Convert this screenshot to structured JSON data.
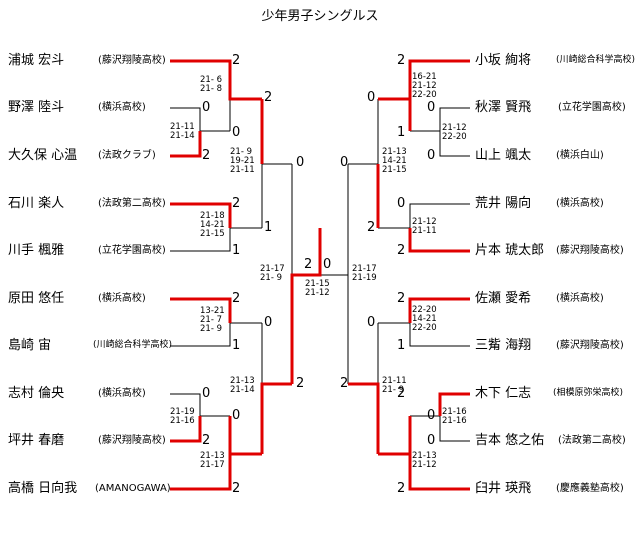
{
  "title": "少年男子シングルス",
  "colors": {
    "win": "#e00000",
    "line": "#000000"
  },
  "left_players": [
    {
      "name": "浦城 宏斗",
      "team": "(藤沢翔陵高校)"
    },
    {
      "name": "野澤 陸斗",
      "team": "(横浜高校)"
    },
    {
      "name": "大久保 心温",
      "team": "(法政クラブ)"
    },
    {
      "name": "石川 楽人",
      "team": "(法政第二高校)"
    },
    {
      "name": "川手 楓雅",
      "team": "(立花学園高校)"
    },
    {
      "name": "原田 悠任",
      "team": "(横浜高校)"
    },
    {
      "name": "島崎 宙",
      "team": "(川崎総合科学高校)"
    },
    {
      "name": "志村 倫央",
      "team": "(横浜高校)"
    },
    {
      "name": "坪井 春磨",
      "team": "(藤沢翔陵高校)"
    },
    {
      "name": "高橋 日向我",
      "team": "(AMANOGAWA)"
    }
  ],
  "right_players": [
    {
      "name": "小坂 絢将",
      "team": "(川崎総合科学高校)"
    },
    {
      "name": "秋澤 賢飛",
      "team": "(立花学園高校)"
    },
    {
      "name": "山上 颯太",
      "team": "(横浜白山)"
    },
    {
      "name": "荒井 陽向",
      "team": "(横浜高校)"
    },
    {
      "name": "片本 琥太郎",
      "team": "(藤沢翔陵高校)"
    },
    {
      "name": "佐瀬 愛希",
      "team": "(横浜高校)"
    },
    {
      "name": "三觜 海翔",
      "team": "(藤沢翔陵高校)"
    },
    {
      "name": "木下 仁志",
      "team": "(相模原弥栄高校)"
    },
    {
      "name": "吉本 悠之佑",
      "team": "(法政第二高校)"
    },
    {
      "name": "臼井 瑛飛",
      "team": "(慶應義塾高校)"
    }
  ],
  "scores": [
    "2",
    "0",
    "0",
    "2",
    "2",
    "1",
    "2",
    "0",
    "1",
    "0",
    "0",
    "2",
    "2",
    "2",
    "2",
    "0",
    "1",
    "2",
    "2",
    "0",
    "1",
    "0",
    "0",
    "2",
    "2",
    "2",
    "0"
  ],
  "sets": [
    "21- 6\n21- 8",
    "21-11\n21-14",
    "21- 9\n19-21\n21-11",
    "21-18\n14-21\n21-15",
    "13-21\n21- 7\n21- 9",
    "21-19\n21-16",
    "21-13\n21-14",
    "21-13\n21-17",
    "21-17\n21- 9",
    "21-15\n21-12",
    "16-21\n21-12\n22-20",
    "21-12\n22-20",
    "21-13\n14-21\n21-15",
    "21-12\n21-11",
    "22-20\n14-21\n22-20",
    "21-16\n21-16",
    "21-11\n21- 9",
    "21-13\n21-12",
    "21-17\n21-19"
  ]
}
